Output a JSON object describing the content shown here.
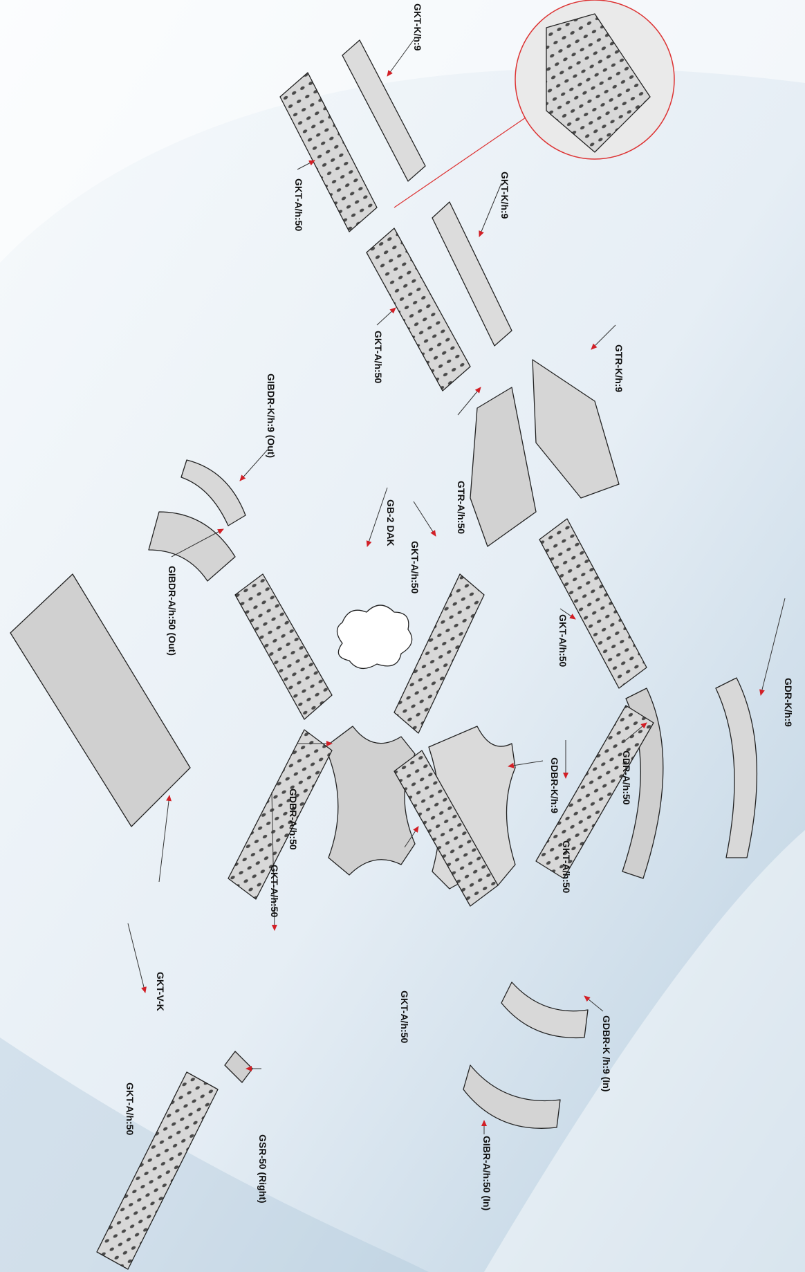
{
  "diagram": {
    "labels": [
      "GKT-K/h:9",
      "GKT-A/h:50",
      "GKT-K/h:9",
      "GKT-A/h:50",
      "GTR-K/h:9",
      "GIBDR-K/h:9 (Out)",
      "GTR-A/h:50",
      "GKT-A/h:50",
      "GB-2 DAK",
      "GIBDR-A/h:50 (Out)",
      "GKT-A/h:50",
      "GDR-K/h:9",
      "GDBR-K/h:9",
      "GDR-A/h:50",
      "GDBR-A/h:50",
      "GKT-A/h:50",
      "GKT-A/h:50",
      "GKT-V-K",
      "GKT-A/h:50",
      "GDBR-K /h:9 (In)",
      "GKT-A/h:50",
      "GSR-50 (Right)",
      "GIBR-A/h:50 (In)"
    ]
  }
}
